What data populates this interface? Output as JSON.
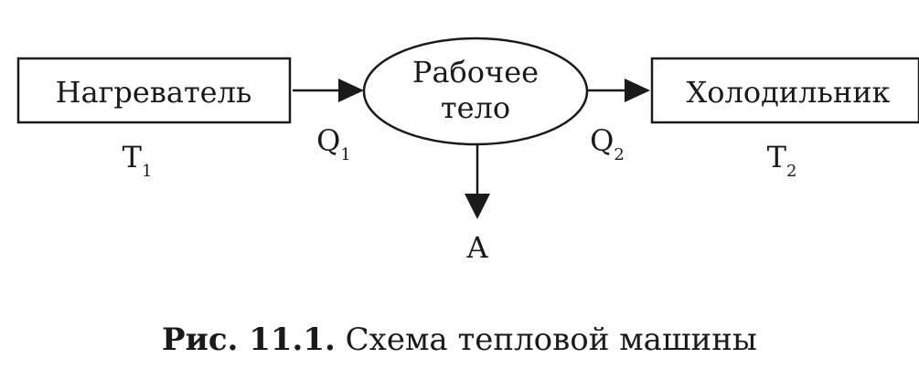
{
  "diagram": {
    "heater": {
      "label": "Нагреватель",
      "temp_symbol": "T",
      "temp_sub": "1"
    },
    "working_body": {
      "label_line1": "Рабочее",
      "label_line2": "тело"
    },
    "cooler": {
      "label": "Холодильник",
      "temp_symbol": "T",
      "temp_sub": "2"
    },
    "heat_in": {
      "symbol": "Q",
      "sub": "1"
    },
    "heat_out": {
      "symbol": "Q",
      "sub": "2"
    },
    "work": {
      "symbol": "A"
    }
  },
  "caption": {
    "number": "Рис. 11.1.",
    "text": "Схема тепловой машины"
  }
}
